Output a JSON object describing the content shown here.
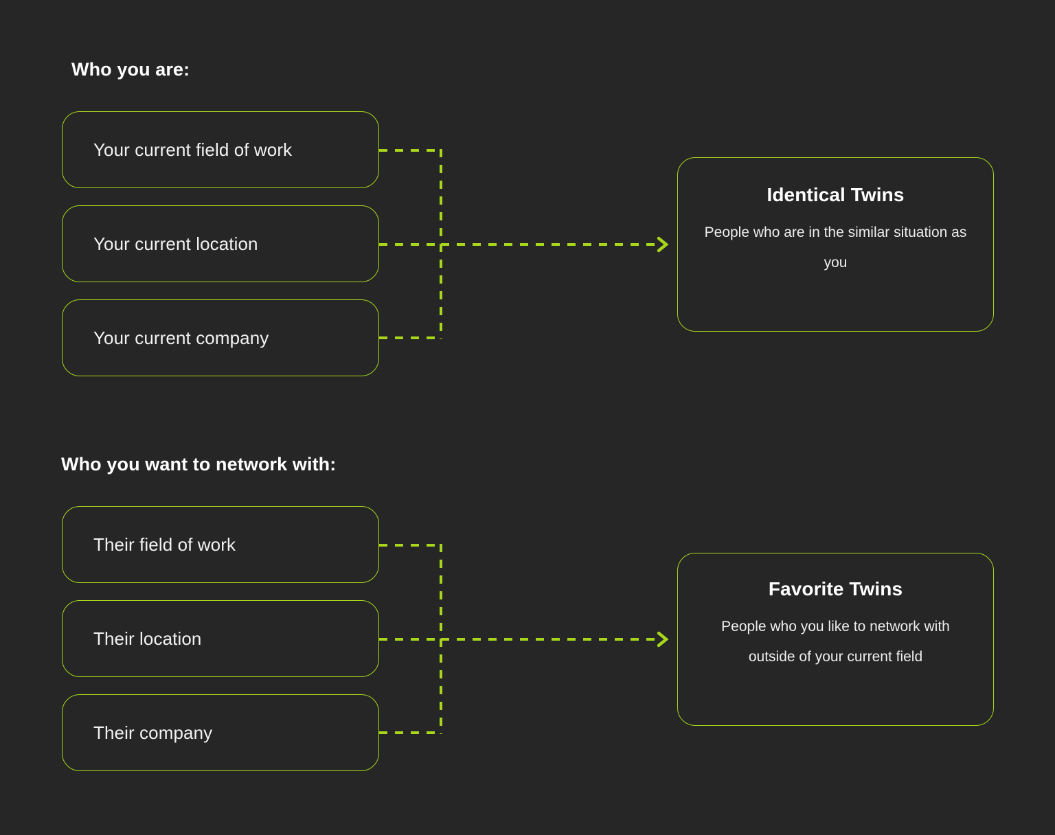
{
  "page": {
    "background_color": "#262626",
    "accent_color": "#a8d61c",
    "text_color": "#ffffff",
    "muted_text_color": "#ededed"
  },
  "sections": [
    {
      "heading": "Who you are:",
      "pills": [
        {
          "label": "Your current field of work"
        },
        {
          "label": "Your current location"
        },
        {
          "label": "Your current company"
        }
      ],
      "outcome": {
        "title": "Identical Twins",
        "description": "People who are in the similar situation as you"
      }
    },
    {
      "heading": "Who you want to network with:",
      "pills": [
        {
          "label": "Their field of work"
        },
        {
          "label": "Their location"
        },
        {
          "label": "Their company"
        }
      ],
      "outcome": {
        "title": "Favorite Twins",
        "description": "People who you like to network with outside of your current field"
      }
    }
  ],
  "connectors": [
    {
      "name": "identical-twins-connector",
      "style": "dashed",
      "arrow": "chevron-right"
    },
    {
      "name": "favorite-twins-connector",
      "style": "dashed",
      "arrow": "chevron-right"
    }
  ]
}
